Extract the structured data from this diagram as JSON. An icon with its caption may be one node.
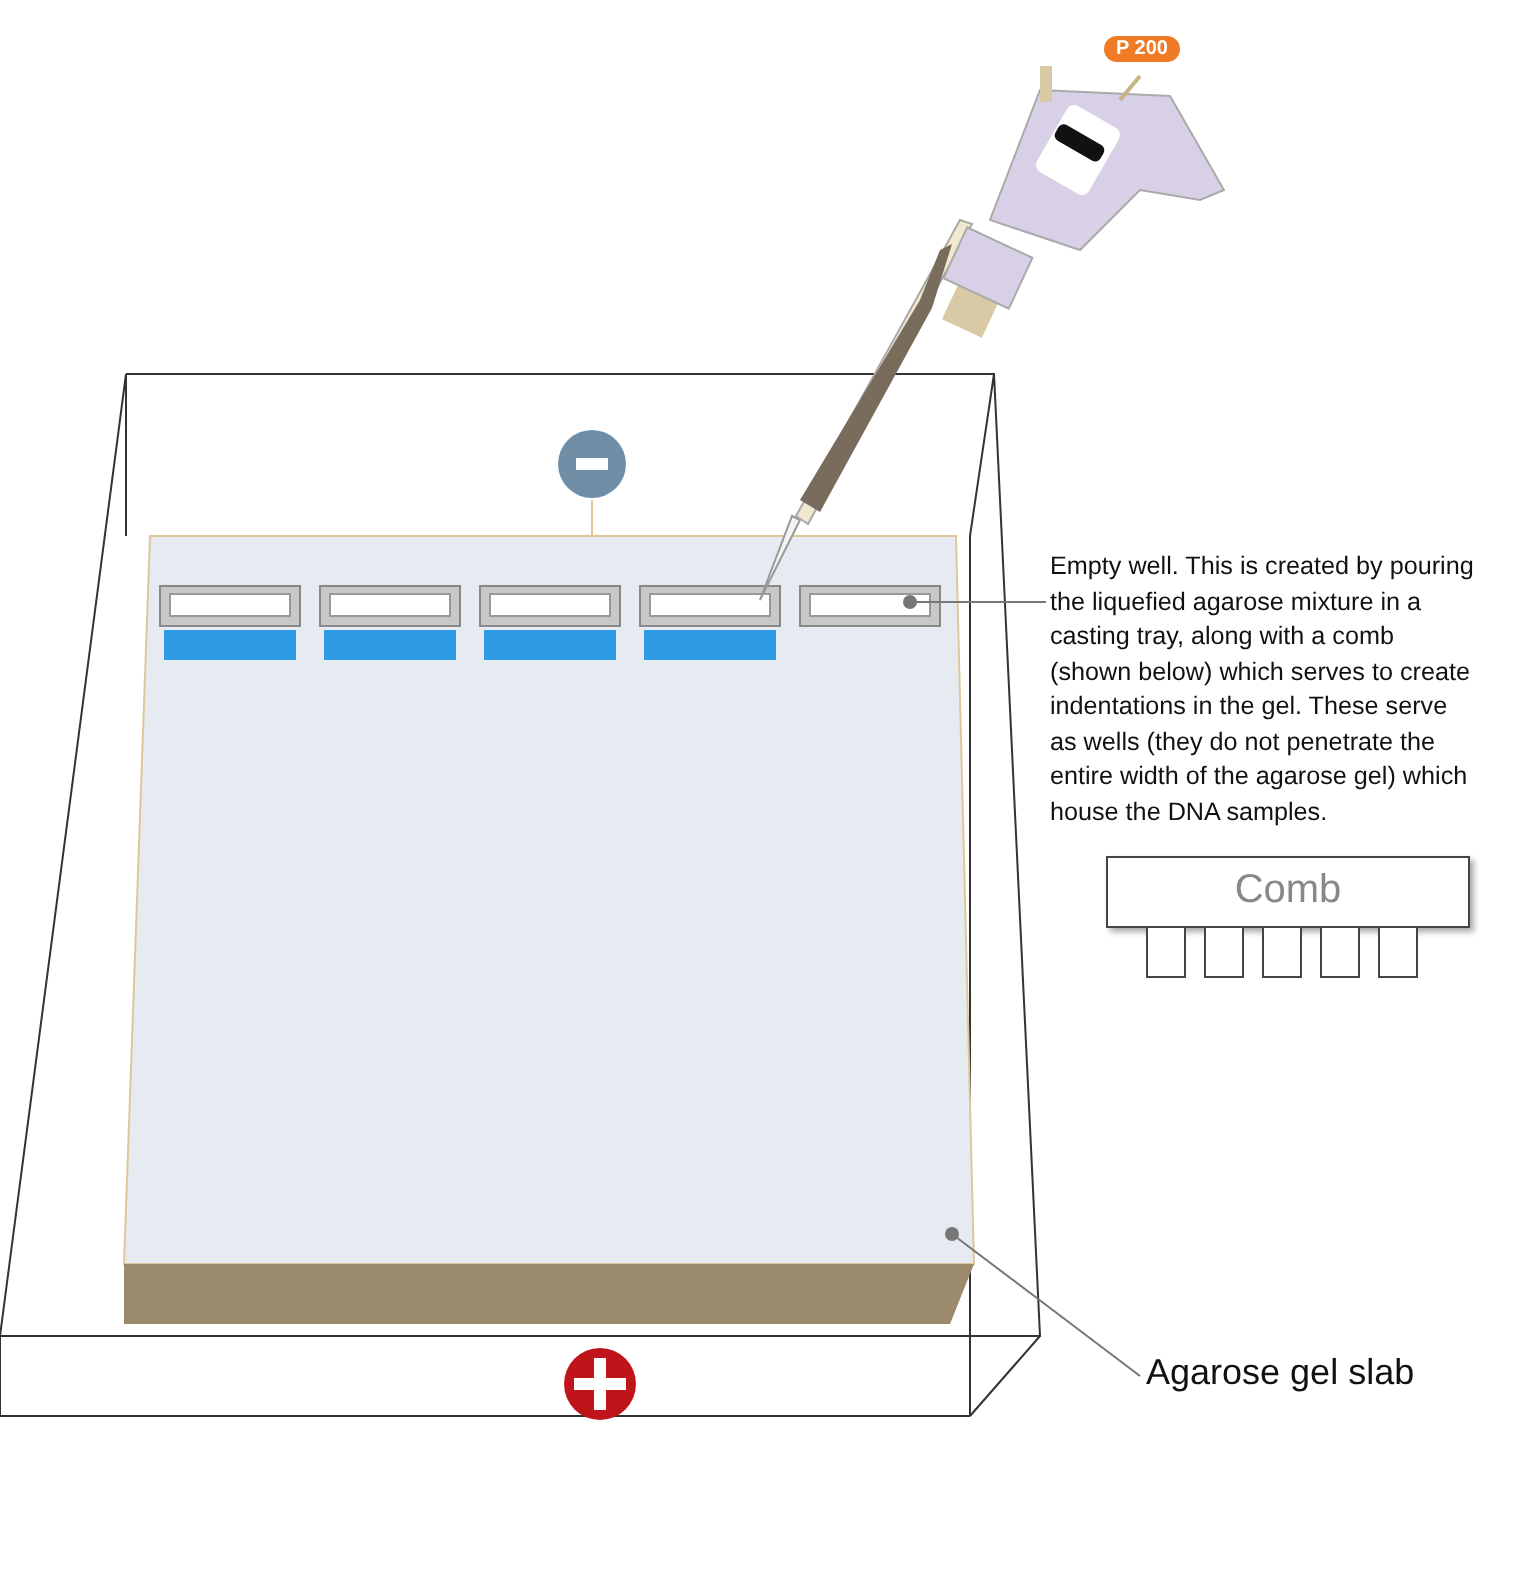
{
  "diagram": {
    "nodes": [
      {
        "text": [],
        "shape": "box"
      },
      {
        "text": [],
        "shape": "box",
        "in": 0
      },
      {
        "text": [],
        "shape": "box",
        "in": 0
      },
      {
        "text": [],
        "shape": "box",
        "in": 0
      },
      {
        "text": [],
        "shape": "box",
        "in": 0
      },
      {
        "text": [],
        "shape": "box",
        "in": 0
      },
      {
        "text": [
          "Empty well. This is created by pouring the liquefied agarose mixture in a casting tray, along with a comb (shown below) which serves to create indentations in the gel. These serve as wells (they do not penetrate the entire width of the agarose gel) which house the DNA samples."
        ]
      },
      {
        "text": [
          "Comb"
        ]
      },
      {
        "text": [
          "Agarose gel slab"
        ]
      }
    ],
    "edges": [
      {
        "from": 6,
        "to": 5,
        "arrow": "other"
      },
      {
        "from": 8,
        "to": 0,
        "arrow": "other"
      }
    ],
    "labels": [
      "P 200"
    ]
  }
}
